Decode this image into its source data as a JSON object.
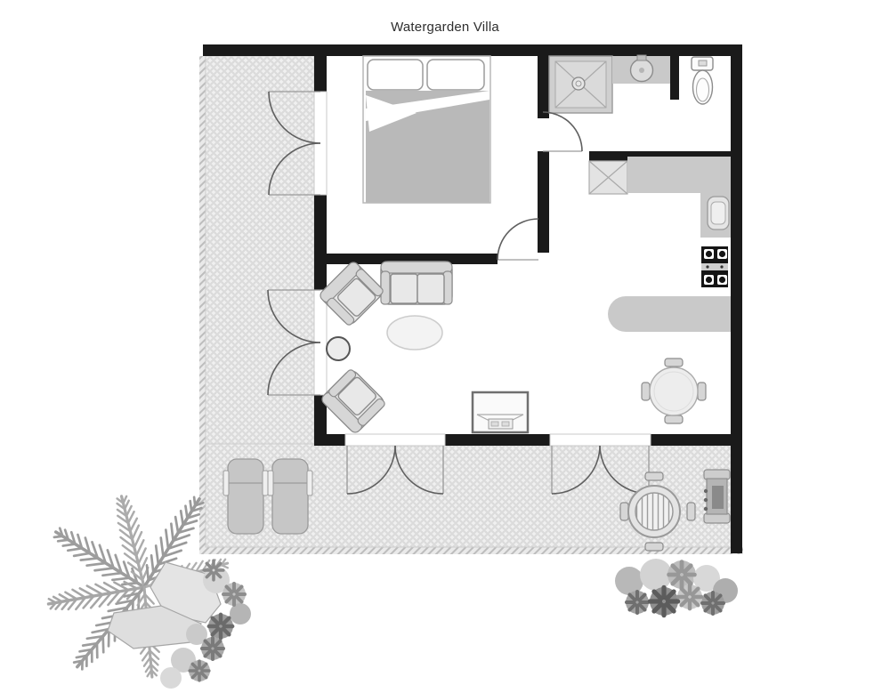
{
  "title": "Watergarden Villa",
  "colors": {
    "background": "#ffffff",
    "wall": "#1a1a1a",
    "patio_base": "#f0f0f0",
    "patio_weave": "#dbdbdb",
    "patio_hatch": "#bdbdbd",
    "counter": "#c9c9c9",
    "outline": "#8c8c8c",
    "door_swing": "#5f5f5f",
    "furniture_fill": "#e8e8e8",
    "furniture_mid": "#d6d6d6",
    "blanket": "#b9b9b9",
    "stove_black": "#151515",
    "title_text": "#2e2e2e"
  },
  "legend": {
    "rooms": [
      "bedroom",
      "bathroom",
      "kitchen",
      "living-area",
      "dining-area",
      "veranda-left",
      "veranda-bottom"
    ],
    "furniture_symbols": [
      "double-bed",
      "shower",
      "washbasin",
      "toilet",
      "kitchen-counter",
      "kitchen-sink",
      "stove",
      "bar-counter",
      "round-dining-table",
      "dining-chairs",
      "loveseat-sofa",
      "armchair",
      "coffee-table",
      "side-table",
      "tv-stand",
      "sun-lounger",
      "outdoor-round-table",
      "bbq-grill",
      "palm-plant",
      "shrub-cluster",
      "rocks"
    ],
    "door_symbols": [
      "french-doors-west-upper",
      "french-doors-west-lower",
      "french-doors-south-left",
      "french-doors-south-right",
      "bedroom-door",
      "bathroom-door"
    ]
  }
}
